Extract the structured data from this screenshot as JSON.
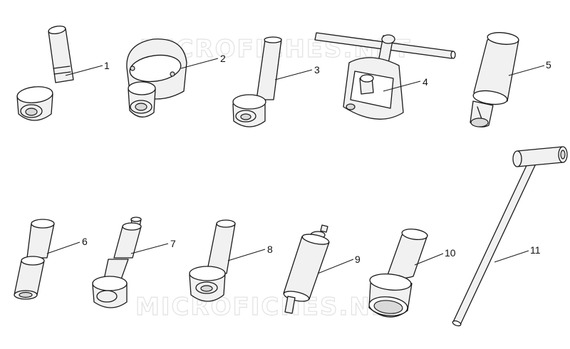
{
  "watermark": "MICROFICHES.NET",
  "colors": {
    "line": "#1a1a1a",
    "fill": "#f1f1f1",
    "watermark": "#e2e2e2"
  },
  "callouts": [
    "1",
    "2",
    "3",
    "4",
    "5",
    "6",
    "7",
    "8",
    "9",
    "10",
    "11"
  ]
}
